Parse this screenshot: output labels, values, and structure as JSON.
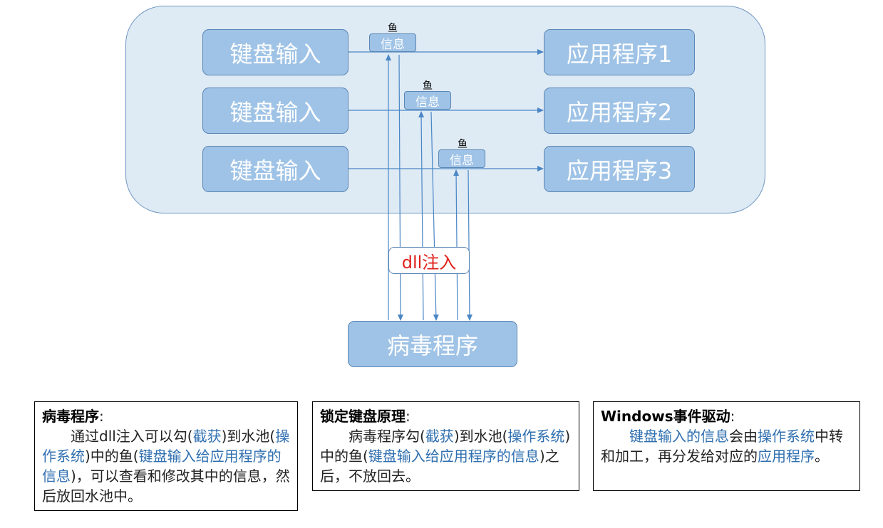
{
  "inputs": [
    "键盘输入",
    "键盘输入",
    "键盘输入"
  ],
  "apps": [
    "应用程序1",
    "应用程序2",
    "应用程序3"
  ],
  "messages": [
    {
      "fish": "鱼",
      "label": "信息"
    },
    {
      "fish": "鱼",
      "label": "信息"
    },
    {
      "fish": "鱼",
      "label": "信息"
    }
  ],
  "dll_label": "dll注入",
  "virus_label": "病毒程序",
  "notes": [
    {
      "title": "病毒程序",
      "colon": ":",
      "segments": [
        {
          "t": "通过dll注入可以勾(",
          "hl": false
        },
        {
          "t": "截获",
          "hl": true
        },
        {
          "t": ")到水池(",
          "hl": false
        },
        {
          "t": "操作系统",
          "hl": true
        },
        {
          "t": ")中的鱼(",
          "hl": false
        },
        {
          "t": "键盘输入给应用程序的信息",
          "hl": true
        },
        {
          "t": ")，可以查看和修改其中的信息，然后放回水池中。",
          "hl": false
        }
      ]
    },
    {
      "title": "锁定键盘原理",
      "colon": ":",
      "segments": [
        {
          "t": "病毒程序勾(",
          "hl": false
        },
        {
          "t": "截获",
          "hl": true
        },
        {
          "t": ")到水池(",
          "hl": false
        },
        {
          "t": "操作系统",
          "hl": true
        },
        {
          "t": ")中的鱼(",
          "hl": false
        },
        {
          "t": "键盘输入给应用程序的信息",
          "hl": true
        },
        {
          "t": ")之后，不放回去。",
          "hl": false
        }
      ]
    },
    {
      "title": "Windows事件驱动",
      "colon": ":",
      "segments": [
        {
          "t": "键盘输入的信息",
          "hl": true
        },
        {
          "t": "会由",
          "hl": false
        },
        {
          "t": "操作系统",
          "hl": true
        },
        {
          "t": "中转和加工，再分发给对应的",
          "hl": false
        },
        {
          "t": "应用程序",
          "hl": true
        },
        {
          "t": "。",
          "hl": false
        }
      ]
    }
  ],
  "colors": {
    "box_fill": "#9fc3e6",
    "pool_fill": "#deeaf4",
    "arrow": "#4a86c5",
    "dll_text": "#e0201b",
    "highlight_text": "#2f6fb0"
  }
}
